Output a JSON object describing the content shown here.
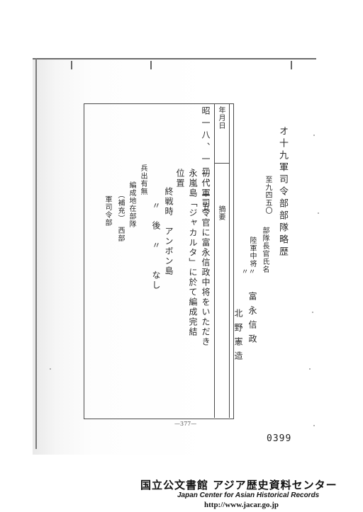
{
  "document": {
    "title": "オ十九軍司令部部隊略歴",
    "subtitle": "至九四五〇",
    "date": "昭一八、一二、一五",
    "col_header_a": "年月日",
    "col_header_b": "摘要",
    "commander_label": "部隊長官氏名",
    "commander_rank": "陸軍中将",
    "commander_name": "富永信政",
    "ditto_mark": "〃",
    "second_name": "北野憲造",
    "body_line1": "初代軍司令官に富永信政中将をいただき",
    "body_line2": "永嵐島「ジャカルタ」に於て編成完結",
    "position_label": "位置",
    "end_war_line": "終戦時　アンボン島",
    "after_line": "〃　後　〃　　なし",
    "units_label": "兵出有無",
    "unit_line1": "編成地在部隊",
    "unit_line2": "（補充）　西部",
    "unit_line3": "軍司令部"
  },
  "page_number": "0399",
  "footer_small": "—377—",
  "footer": {
    "center_name_jp": "国立公文書館 アジア歴史資料センター",
    "center_name_en": "Japan Center for Asian Historical Records",
    "url": "http://www.jacar.go.jp"
  }
}
